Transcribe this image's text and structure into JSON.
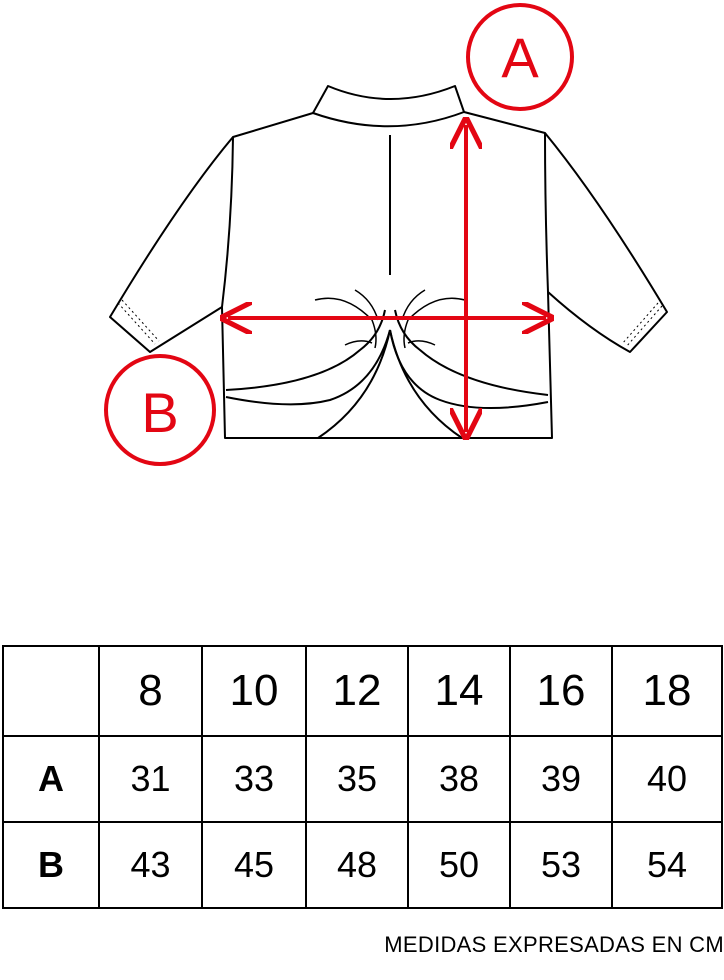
{
  "diagram": {
    "label_a": "A",
    "label_b": "B",
    "accent_color": "#e30613"
  },
  "table": {
    "sizes": [
      "8",
      "10",
      "12",
      "14",
      "16",
      "18"
    ],
    "rows": [
      {
        "label": "A",
        "values": [
          "31",
          "33",
          "35",
          "38",
          "39",
          "40"
        ]
      },
      {
        "label": "B",
        "values": [
          "43",
          "45",
          "48",
          "50",
          "53",
          "54"
        ]
      }
    ]
  },
  "note": "MEDIDAS EXPRESADAS EN CM"
}
